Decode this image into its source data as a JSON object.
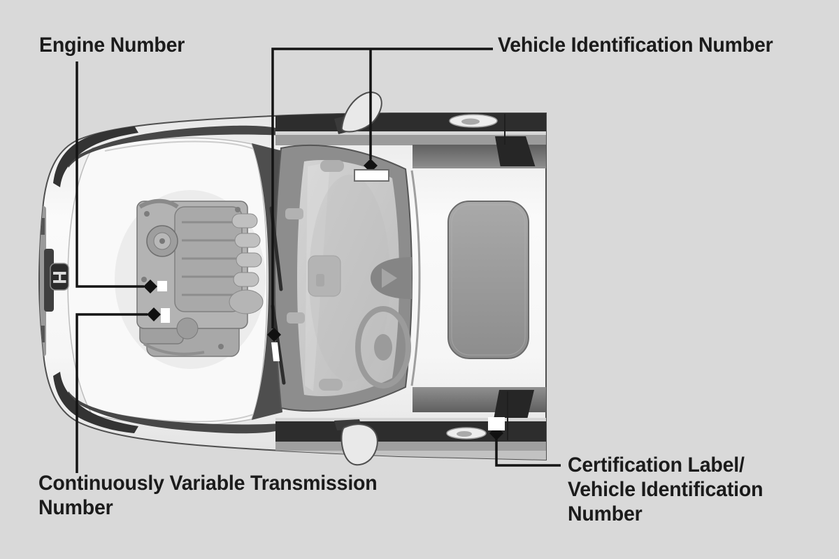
{
  "page": {
    "background_color": "#d9d9d9",
    "kind": "owner-manual vehicle identification diagram"
  },
  "labels": {
    "engine_number": "Engine Number",
    "vin": "Vehicle Identification Number",
    "cvt_lines": [
      "Continuously Variable Transmission",
      "Number"
    ],
    "cert_lines": [
      "Certification Label/",
      "Vehicle Identification",
      "Number"
    ]
  },
  "diagram": {
    "badge_letter": "H",
    "marker_shape": "diamond",
    "colors": {
      "background": "#d9d9d9",
      "label_text": "#1b1b1b",
      "leader_line": "#141414",
      "marker_fill": "#111111",
      "plate_fill": "#ffffff",
      "body_fill": "#f7f7f7",
      "dark_trim": "#2d2d2d",
      "windshield_frame": "#8d8d8d",
      "glass": "#c4c4c4",
      "sunroof": "#9a9a9a",
      "engine_metal": "#b3b3b3"
    }
  }
}
